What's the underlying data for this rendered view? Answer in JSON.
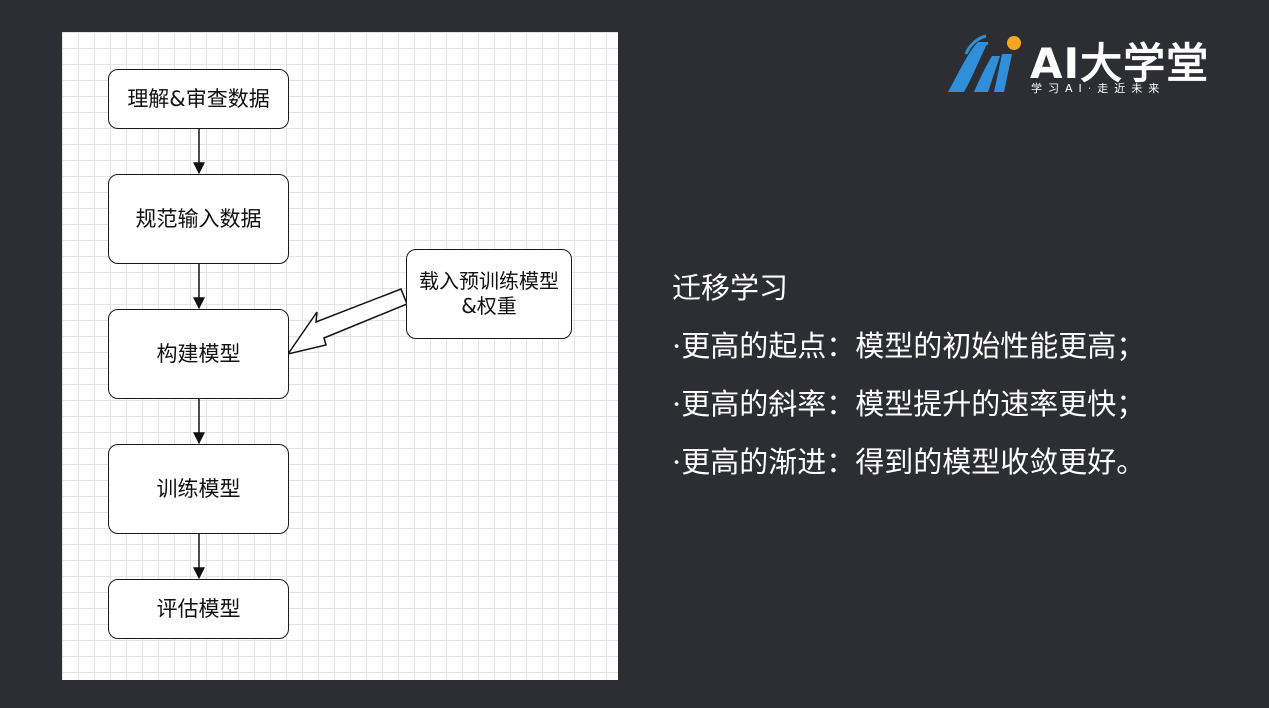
{
  "diagram": {
    "nodes": [
      {
        "id": "understand",
        "lines": [
          "理解&审查数据"
        ]
      },
      {
        "id": "normalize",
        "lines": [
          "规范输入数据"
        ]
      },
      {
        "id": "build",
        "lines": [
          "构建模型"
        ]
      },
      {
        "id": "train",
        "lines": [
          "训练模型"
        ]
      },
      {
        "id": "evaluate",
        "lines": [
          "评估模型"
        ]
      },
      {
        "id": "pretrained",
        "lines": [
          "载入预训练模型",
          "&权重"
        ]
      }
    ],
    "edges": [
      {
        "from": "understand",
        "to": "normalize",
        "style": "arrow"
      },
      {
        "from": "normalize",
        "to": "build",
        "style": "arrow"
      },
      {
        "from": "build",
        "to": "train",
        "style": "arrow"
      },
      {
        "from": "train",
        "to": "evaluate",
        "style": "arrow"
      },
      {
        "from": "pretrained",
        "to": "build",
        "style": "block-arrow"
      }
    ]
  },
  "logo": {
    "title": "AI大学堂",
    "subtitle": "学习AI·走近未来",
    "colors": {
      "blue": "#2f8fd8",
      "orange": "#f5a623"
    }
  },
  "content": {
    "title": "迁移学习",
    "bullets": [
      "·更高的起点：模型的初始性能更高；",
      "·更高的斜率：模型提升的速率更快；",
      "·更高的渐进：得到的模型收敛更好。"
    ]
  },
  "colors": {
    "background": "#2d2e33",
    "panel": "#ffffff",
    "grid": "#e4e4e4",
    "text": "#ffffff"
  }
}
